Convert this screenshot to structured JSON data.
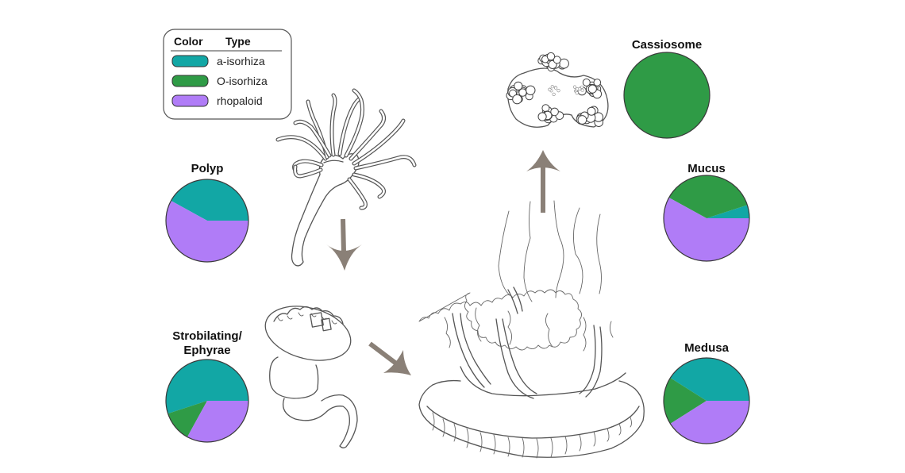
{
  "figure": {
    "title": "Cnidocyte type composition across Cassiopea life stages and cassiosomes",
    "legend": {
      "header_color": "Color",
      "header_type": "Type",
      "items": [
        {
          "label": "a-isorhiza",
          "color": "#12a7a5"
        },
        {
          "label": "O-isorhiza",
          "color": "#2f9b46"
        },
        {
          "label": "rhopaloid",
          "color": "#b07cf7"
        }
      ]
    },
    "stages": {
      "polyp": "Polyp",
      "strobilating_line1": "Strobilating/",
      "strobilating_line2": "Ephyrae",
      "medusa": "Medusa",
      "mucus": "Mucus",
      "cassiosome": "Cassiosome"
    },
    "arrow_color": "#8a8077",
    "illustrations": [
      "polyp-drawing",
      "strobila-drawing",
      "medusa-drawing",
      "cassiosome-drawing"
    ]
  },
  "chart_data": [
    {
      "type": "pie",
      "title": "Polyp",
      "categories": [
        "a-isorhiza",
        "O-isorhiza",
        "rhopaloid"
      ],
      "values": [
        42,
        0,
        58
      ],
      "units": "%"
    },
    {
      "type": "pie",
      "title": "Strobilating/Ephyrae",
      "categories": [
        "a-isorhiza",
        "O-isorhiza",
        "rhopaloid"
      ],
      "values": [
        55,
        12,
        33
      ],
      "units": "%"
    },
    {
      "type": "pie",
      "title": "Cassiosome",
      "categories": [
        "a-isorhiza",
        "O-isorhiza",
        "rhopaloid"
      ],
      "values": [
        0,
        100,
        0
      ],
      "units": "%"
    },
    {
      "type": "pie",
      "title": "Mucus",
      "categories": [
        "a-isorhiza",
        "O-isorhiza",
        "rhopaloid"
      ],
      "values": [
        5,
        37,
        58
      ],
      "units": "%"
    },
    {
      "type": "pie",
      "title": "Medusa",
      "categories": [
        "a-isorhiza",
        "O-isorhiza",
        "rhopaloid"
      ],
      "values": [
        41,
        18,
        41
      ],
      "units": "%"
    }
  ]
}
